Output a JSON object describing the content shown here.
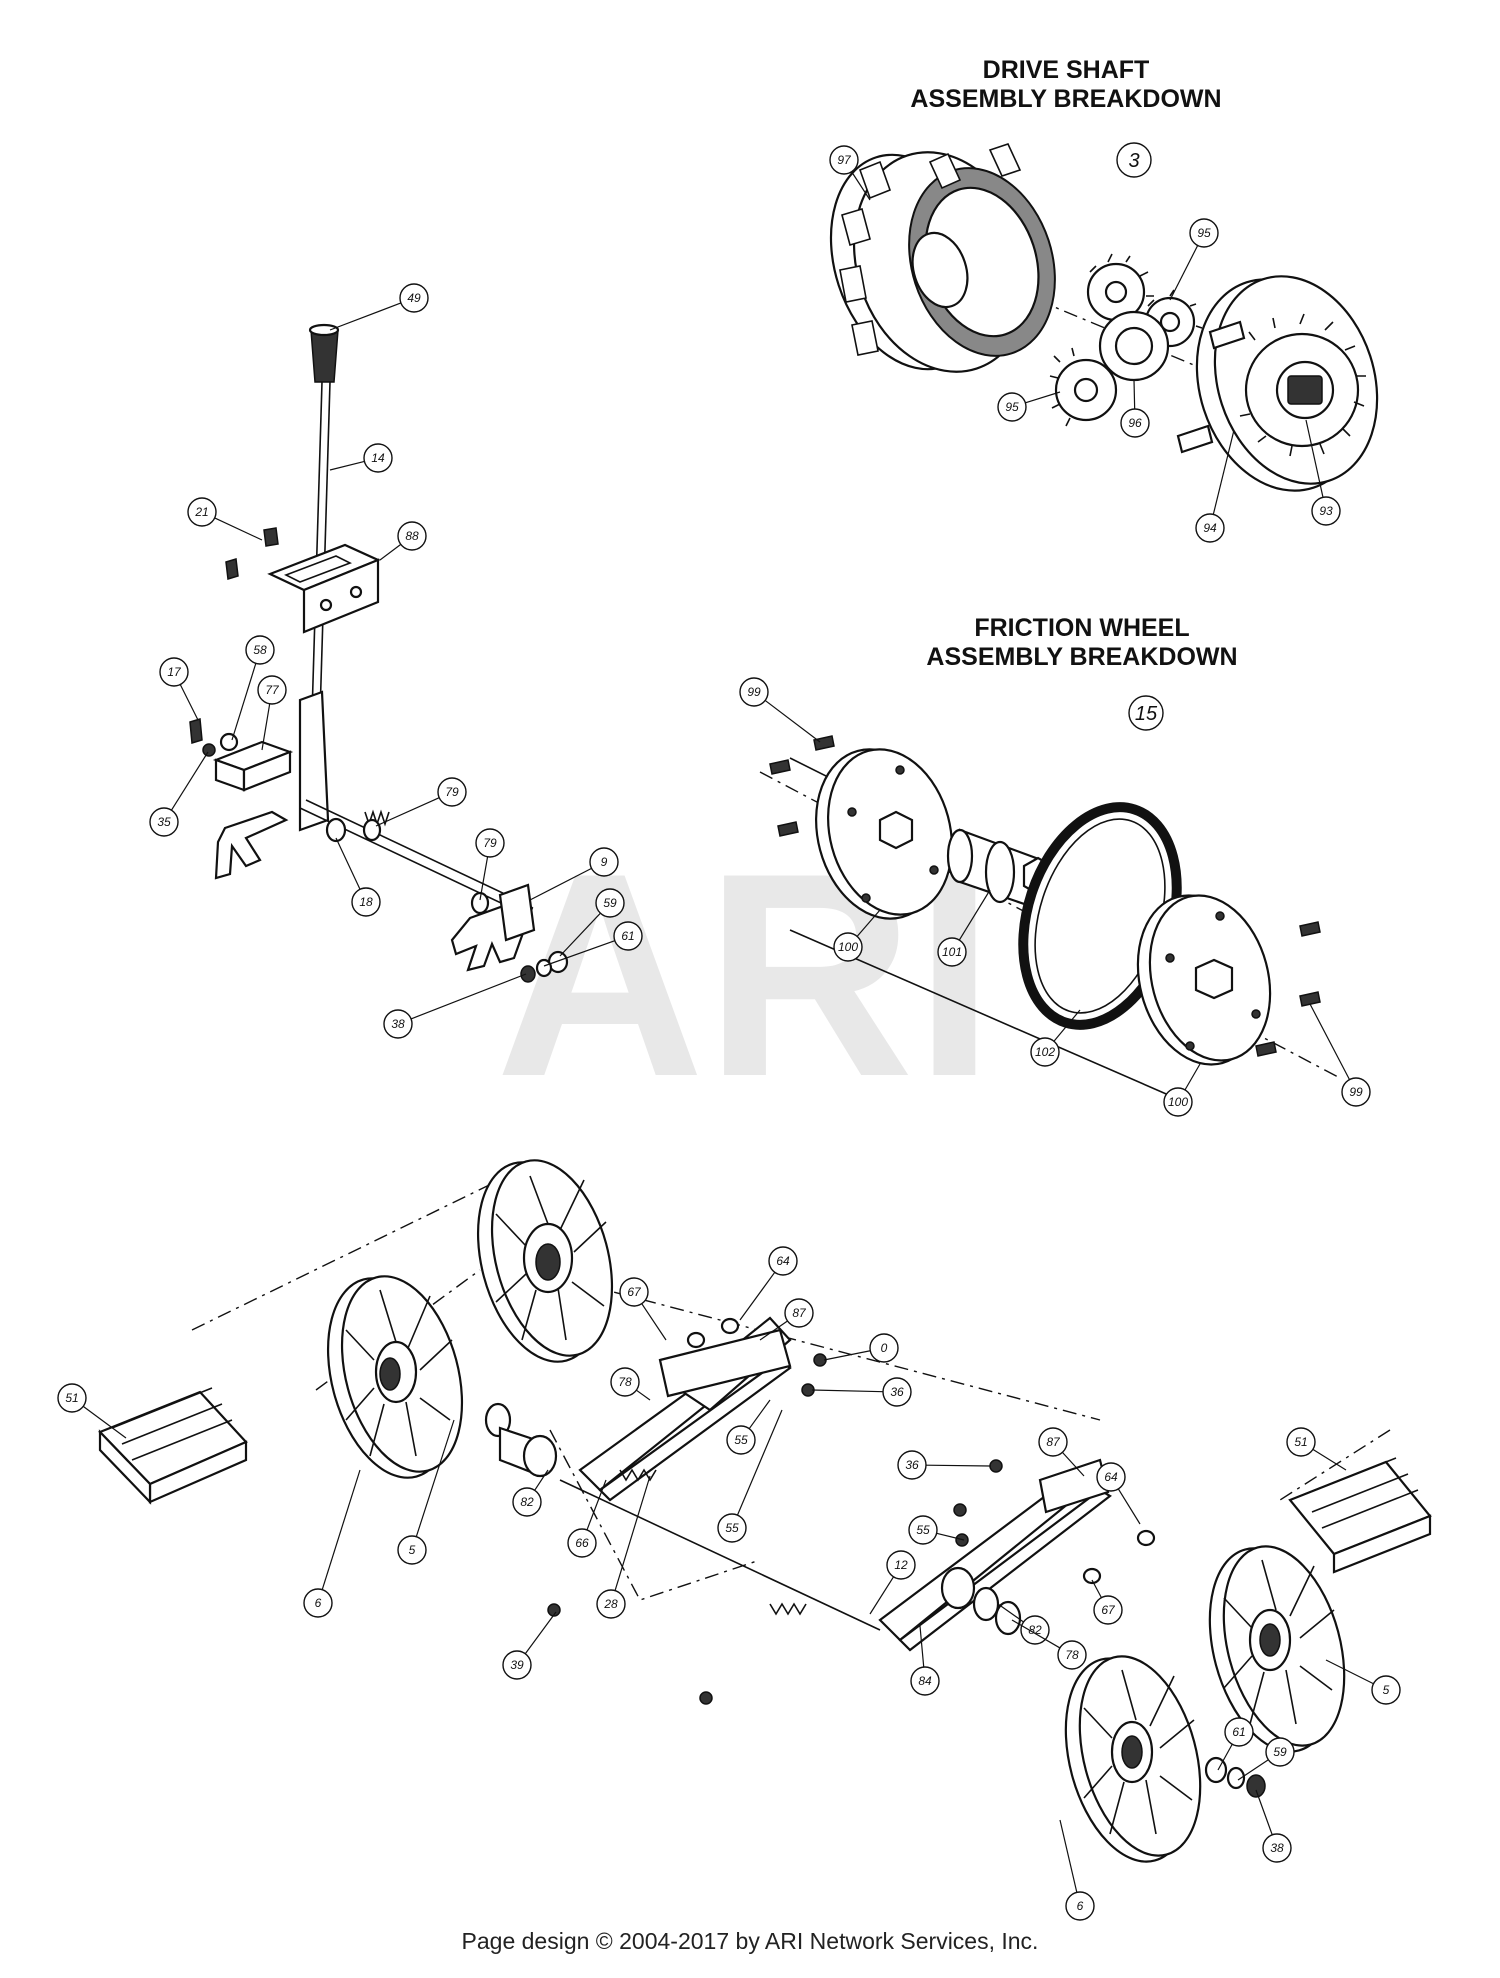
{
  "titles": {
    "drive_shaft": [
      "DRIVE SHAFT",
      "ASSEMBLY BREAKDOWN"
    ],
    "friction_wheel": [
      "FRICTION WHEEL",
      "ASSEMBLY BREAKDOWN"
    ]
  },
  "section_refs": {
    "drive_shaft": "3",
    "friction_wheel": "15"
  },
  "watermark": "ARI",
  "footer": "Page design © 2004-2017 by ARI Network Services, Inc.",
  "callouts": [
    "49",
    "14",
    "21",
    "88",
    "17",
    "58",
    "77",
    "35",
    "79",
    "18",
    "79",
    "9",
    "59",
    "61",
    "38",
    "97",
    "95",
    "95",
    "96",
    "94",
    "93",
    "99",
    "100",
    "101",
    "102",
    "100",
    "99",
    "51",
    "6",
    "5",
    "67",
    "64",
    "87",
    "0",
    "36",
    "78",
    "55",
    "82",
    "66",
    "36",
    "55",
    "55",
    "87",
    "64",
    "51",
    "12",
    "28",
    "39",
    "67",
    "82",
    "78",
    "84",
    "61",
    "59",
    "38",
    "5",
    "6"
  ]
}
